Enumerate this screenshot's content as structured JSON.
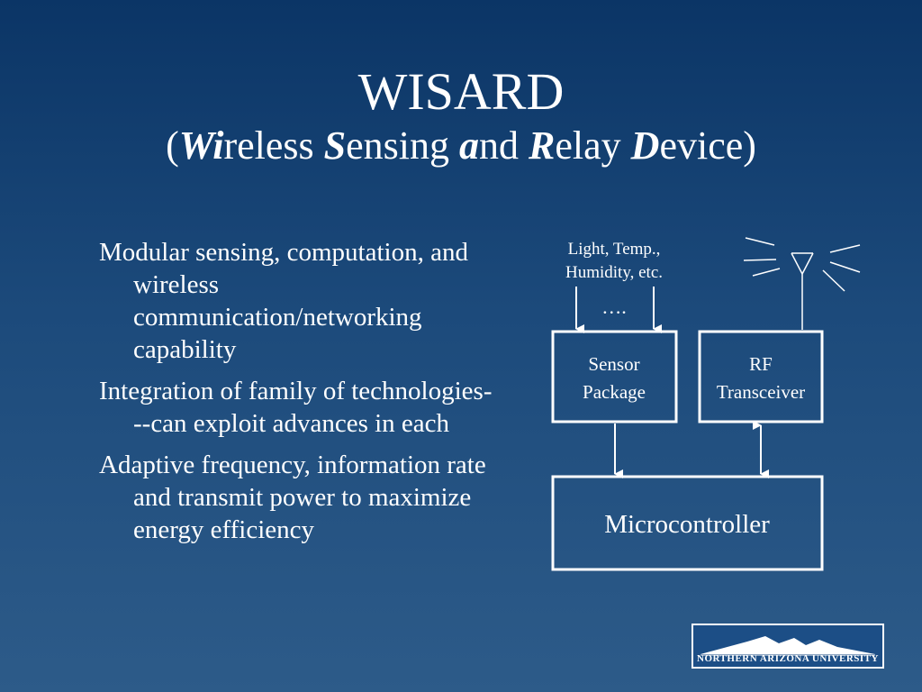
{
  "slide": {
    "title": "WISARD",
    "subtitle": {
      "open": "(",
      "w1": "W",
      "i1": "i",
      "r1": "reless ",
      "s1": "S",
      "r2": "ensing ",
      "a1": "a",
      "r3": "nd ",
      "rr": "R",
      "r4": "elay ",
      "d1": "D",
      "r5": "evice)"
    },
    "bullets": [
      "Modular sensing, computation, and wireless communication/networking capability",
      "Integration of family of technologies---can exploit advances in each",
      "Adaptive frequency, information rate and transmit power to maximize energy efficiency"
    ]
  },
  "diagram": {
    "inputs_line1": "Light, Temp.,",
    "inputs_line2": "Humidity, etc.",
    "ellipsis": "….",
    "sensor_line1": "Sensor",
    "sensor_line2": "Package",
    "rf_line1": "RF",
    "rf_line2": "Transceiver",
    "micro": "Microcontroller"
  },
  "logo": {
    "text": "NORTHERN ARIZONA UNIVERSITY",
    "icon": "mountain-icon"
  }
}
